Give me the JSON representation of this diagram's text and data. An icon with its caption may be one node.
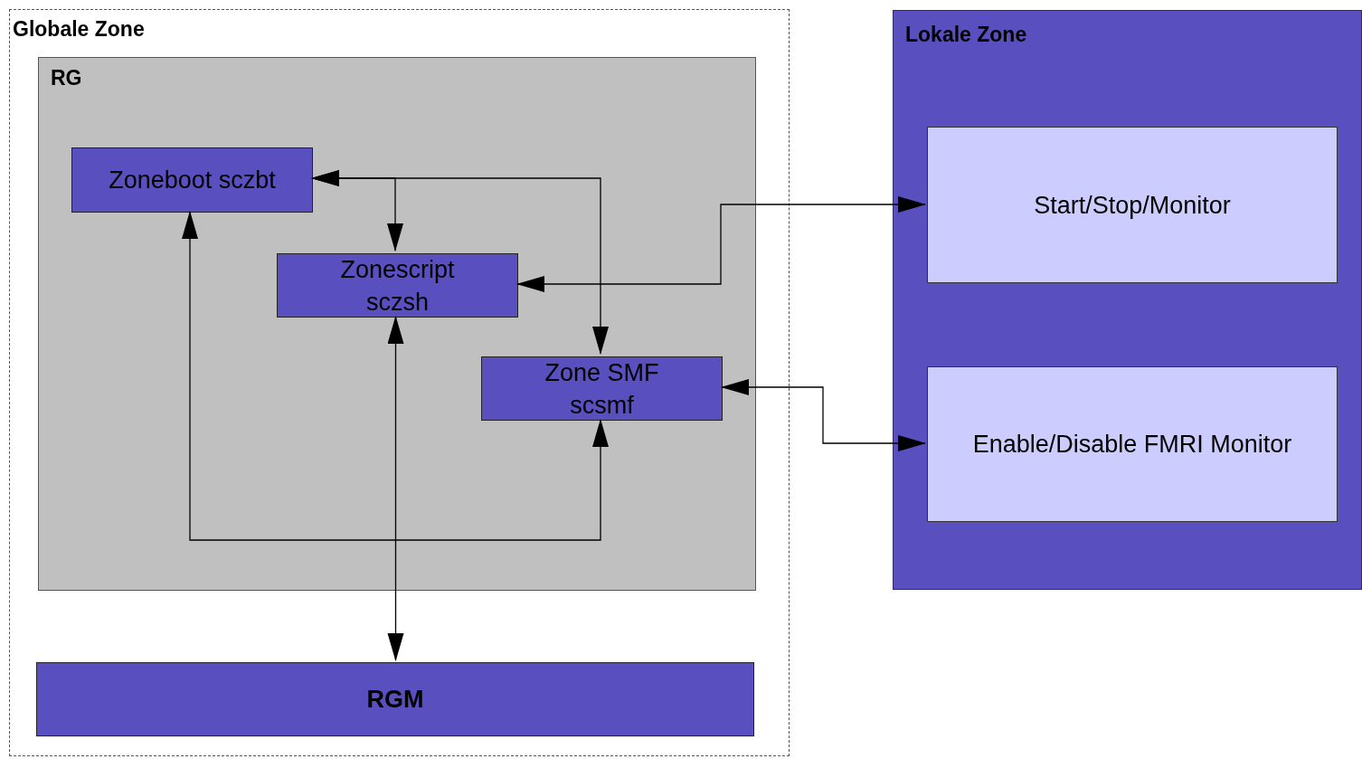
{
  "diagram": {
    "nodes": [
      {
        "text": [
          "Globale Zone"
        ]
      },
      {
        "text": [
          "RG"
        ],
        "in": 0
      },
      {
        "text": [
          "Zoneboot sczbt"
        ],
        "in": 1
      },
      {
        "text": [
          "Zonescript sczsh"
        ],
        "in": 1
      },
      {
        "text": [
          "Zone SMF scsmf"
        ],
        "in": 1
      },
      {
        "text": [
          "RGM"
        ],
        "in": 0
      },
      {
        "text": [
          "Lokale Zone"
        ]
      },
      {
        "text": [
          "Start/Stop/Monitor"
        ],
        "in": 6
      },
      {
        "text": [
          "Enable/Disable FMRI Monitor"
        ],
        "in": 6
      }
    ],
    "edges": [
      {
        "from": 2,
        "to": 4,
        "arrow": "both"
      },
      {
        "from": 2,
        "to": 3,
        "arrow": "both"
      },
      {
        "from": 2,
        "to": 4,
        "arrow": "both"
      },
      {
        "from": 3,
        "to": 5,
        "arrow": "both"
      },
      {
        "from": 3,
        "to": 7,
        "arrow": "both"
      },
      {
        "from": 4,
        "to": 8,
        "arrow": "both"
      }
    ]
  }
}
